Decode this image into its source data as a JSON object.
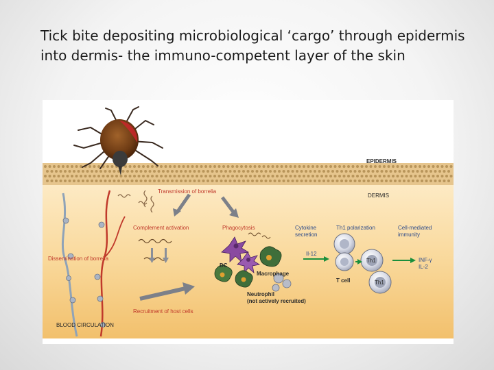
{
  "slide": {
    "title_line1": "Tick bite depositing microbiological ‘cargo’ through epidermis",
    "title_line2": "into dermis- the immuno-competent layer of the skin"
  },
  "figure": {
    "labels": {
      "epidermis": "EPIDERMIS",
      "dermis": "DERMIS",
      "transmission": "Transmission of borrelia",
      "complement": "Complement activation",
      "phagocytosis": "Phagocytosis",
      "cytokine_l1": "Cytokine",
      "cytokine_l2": "secretion",
      "th1_polarization": "Th1 polarization",
      "cell_mediated_l1": "Cell-mediated",
      "cell_mediated_l2": "immunity",
      "dissemination": "Dissemination of borrelia",
      "il12": "Il-12",
      "dc": "DC",
      "macrophage": "Macrophage",
      "th1_a": "Th1",
      "th1_b": "Th1",
      "t_cell": "T cell",
      "inf_y": "INF-γ",
      "il2": "IL-2",
      "neutrophil_l1": "Neutrophil",
      "neutrophil_l2": "(not actively recruited)",
      "recruitment": "Recruitment of host cells",
      "blood_circulation": "BLOOD CIRCULATION"
    },
    "colors": {
      "epidermis_band": "#e2c28a",
      "dermis_top": "#fbe3b6",
      "dermis_bottom": "#f3c474",
      "borrelia_red": "#c0392b",
      "label_blue": "#2d4b8a",
      "arrow_green": "#1a8f3c"
    }
  }
}
